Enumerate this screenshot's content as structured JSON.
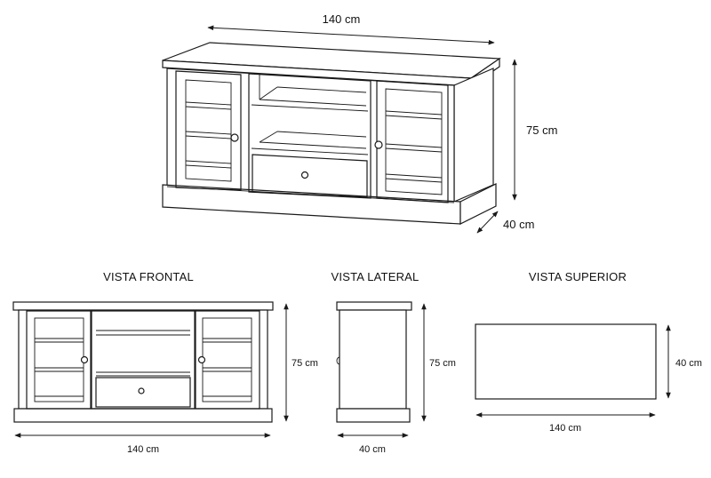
{
  "iso": {
    "width_label": "140 cm",
    "height_label": "75 cm",
    "depth_label": "40 cm"
  },
  "front": {
    "title": "VISTA FRONTAL",
    "height_label": "75 cm",
    "width_label": "140 cm"
  },
  "side": {
    "title": "VISTA LATERAL",
    "height_label": "75 cm",
    "depth_label": "40 cm"
  },
  "top": {
    "title": "VISTA SUPERIOR",
    "depth_label": "40 cm",
    "width_label": "140 cm"
  }
}
